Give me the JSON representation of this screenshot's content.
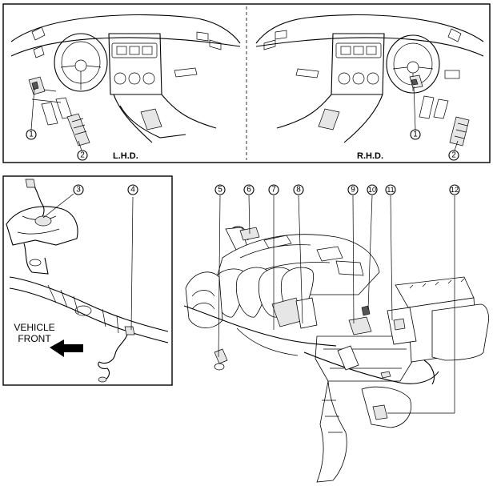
{
  "panels": {
    "lhd_label": "L.H.D.",
    "rhd_label": "R.H.D."
  },
  "callouts": {
    "lhd_1": "1",
    "lhd_2": "2",
    "rhd_1": "1",
    "rhd_2": "2",
    "c3": "3",
    "c4": "4",
    "c5": "5",
    "c6": "6",
    "c7": "7",
    "c8": "8",
    "c9": "9",
    "c10": "10",
    "c11": "11",
    "c12": "12"
  },
  "vehicle_front": {
    "line1": "VEHICLE",
    "line2": "FRONT"
  }
}
